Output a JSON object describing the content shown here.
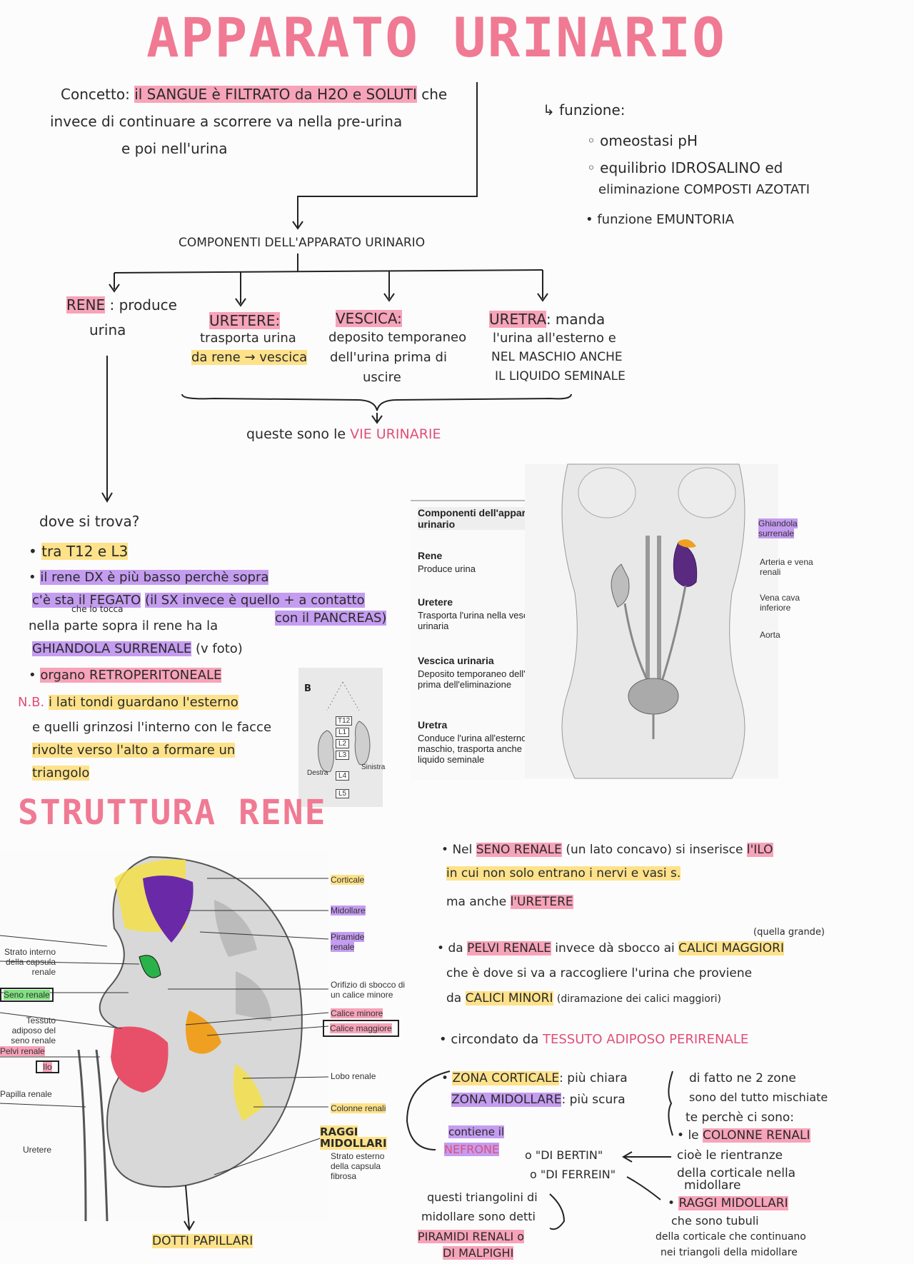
{
  "title": "APPARATO URINARIO",
  "concept": {
    "label": "Concetto:",
    "line1_hl": "il SANGUE è FILTRATO da H2O e SOLUTI",
    "line1_rest": "che",
    "line2": "invece di continuare a scorrere va nella pre-urina",
    "line3": "e poi nell'urina"
  },
  "function": {
    "label": "funzione:",
    "items": [
      "omeostasi pH",
      "equilibrio IDROSALINO ed",
      "eliminazione COMPOSTI AZOTATI",
      "funzione EMUNTORIA"
    ]
  },
  "components_title": "COMPONENTI DELL'APPARATO URINARIO",
  "components": {
    "rene": {
      "name": "RENE",
      "desc1": ": produce",
      "desc2": "urina"
    },
    "uretere": {
      "name": "URETERE:",
      "desc1": "trasporta urina",
      "desc2": "da rene → vescica"
    },
    "vescica": {
      "name": "VESCICA:",
      "desc1": "deposito temporaneo",
      "desc2": "dell'urina prima di",
      "desc3": "uscire"
    },
    "uretra": {
      "name": "URETRA",
      "desc0": ": manda",
      "desc1": "l'urina all'esterno e",
      "desc2": "NEL MASCHIO ANCHE",
      "desc3": "IL LIQUIDO SEMINALE"
    }
  },
  "vie": {
    "pre": "queste sono le",
    "hl": "VIE URINARIE"
  },
  "dove": {
    "question": "dove si trova?",
    "b1": "tra T12 e L3",
    "b2a": "il rene DX è più basso perchè sopra",
    "b2b": "c'è sta il FEGATO",
    "b2b_small": "che lo tocca",
    "b2c": "(il SX invece è quello + a contatto",
    "b2d": "con il PANCREAS)",
    "b3a": "nella parte sopra il rene ha la",
    "b3b": "GHIANDOLA SURRENALE",
    "b3c": "(v foto)",
    "b4": "organo RETROPERITONEALE",
    "nb_label": "N.B.",
    "nb1": "i lati tondi guardano l'esterno",
    "nb2": "e quelli grinzosi l'interno con le facce",
    "nb3": "rivolte verso l'alto a formare un",
    "nb4": "triangolo"
  },
  "spine_fig": {
    "letter": "B",
    "vertebrae": [
      "T12",
      "L1",
      "L2",
      "L3",
      "L4",
      "L5"
    ],
    "left": "Destra",
    "right": "Sinistra"
  },
  "table": {
    "header": "Componenti dell'apparato urinario",
    "rows": [
      {
        "name": "Rene",
        "desc": "Produce urina"
      },
      {
        "name": "Uretere",
        "desc": "Trasporta l'urina nella vescica urinaria"
      },
      {
        "name": "Vescica urinaria",
        "desc": "Deposito temporaneo dell'urina prima dell'eliminazione"
      },
      {
        "name": "Uretra",
        "desc": "Conduce l'urina all'esterno; nel maschio, trasporta anche il liquido seminale"
      }
    ]
  },
  "body_labels": [
    "Ghiandola surrenale",
    "Arteria e vena renali",
    "Vena cava inferiore",
    "Aorta"
  ],
  "struttura_title": "STRUTTURA RENE",
  "kidney_labels_right": [
    "Corticale",
    "Midollare",
    "Piramide renale",
    "Orifizio di sbocco di un calice minore",
    "Calice minore",
    "Calice maggiore",
    "Lobo renale",
    "Colonne renali",
    "Strato esterno della capsula fibrosa"
  ],
  "kidney_labels_left": [
    "Strato interno della capsula renale",
    "Seno renale",
    "Tessuto adiposo del seno renale",
    "Pelvi renale",
    "Ilo",
    "Papilla renale",
    "Uretere"
  ],
  "raggi_label": "RAGGI MIDOLLARI",
  "dotti_label": "DOTTI PAPILLARI",
  "right_notes": {
    "seno1a": "Nel",
    "seno1b": "SENO RENALE",
    "seno1c": "(un lato concavo) si inserisce",
    "seno1d": "l'ILO",
    "seno2": "in cui non solo entrano i nervi e vasi s.",
    "seno3a": "ma anche",
    "seno3b": "l'URETERE",
    "pelvi_small": "(quella grande)",
    "pelvi1a": "da",
    "pelvi1b": "PELVI RENALE",
    "pelvi1c": "invece dà sbocco ai",
    "pelvi1d": "CALICI MAGGIORI",
    "pelvi2": "che è dove si va a raccogliere l'urina che proviene",
    "pelvi3a": "da",
    "pelvi3b": "CALICI MINORI",
    "pelvi3c": "(diramazione dei calici maggiori)",
    "adiposo_a": "circondato da",
    "adiposo_b": "TESSUTO ADIPOSO PERIRENALE",
    "zona1a": "ZONA CORTICALE",
    "zona1b": ": più chiara",
    "zona2a": "ZONA MIDOLLARE",
    "zona2b": ": più scura",
    "zona_r1": "di fatto ne 2 zone",
    "zona_r2": "sono del tutto mischiate",
    "zona_r3": "te perchè ci sono:",
    "contiene1": "contiene il",
    "contiene2": "NEFRONE",
    "bertin": "o \"DI BERTIN\"",
    "ferrein": "o \"DI FERREIN\"",
    "colonne_a": "le",
    "colonne_b": "COLONNE RENALI",
    "colonne2": "cioè le rientranze",
    "colonne3": "della corticale nella",
    "colonne4": "midollare",
    "raggi_b": "RAGGI MIDOLLARI",
    "raggi2": "che sono tubuli",
    "raggi3": "della corticale che continuano",
    "raggi4": "nei triangoli della midollare",
    "tri1": "questi triangolini di",
    "tri2": "midollare sono detti",
    "tri3": "PIRAMIDI RENALI o",
    "tri4": "DI MALPIGHI"
  },
  "colors": {
    "title": "#f07a93",
    "pink_hl": "#f7a3b9",
    "yellow_hl": "#fde28a",
    "purple_hl": "#c49cf0"
  }
}
